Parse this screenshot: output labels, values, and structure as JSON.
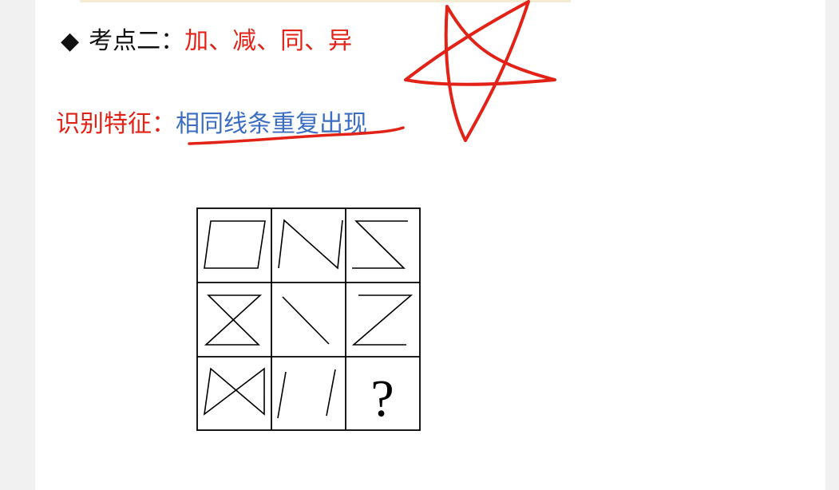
{
  "heading": {
    "bullet": "◆",
    "label": "考点二：",
    "topics": "加、减、同、异"
  },
  "feature": {
    "label": "识别特征：",
    "value": "相同线条重复出现"
  },
  "puzzle": {
    "missing_symbol": "?"
  },
  "colors": {
    "annotation_red": "#e32217",
    "text_red": "#e32217",
    "text_blue": "#3b6ec3"
  }
}
